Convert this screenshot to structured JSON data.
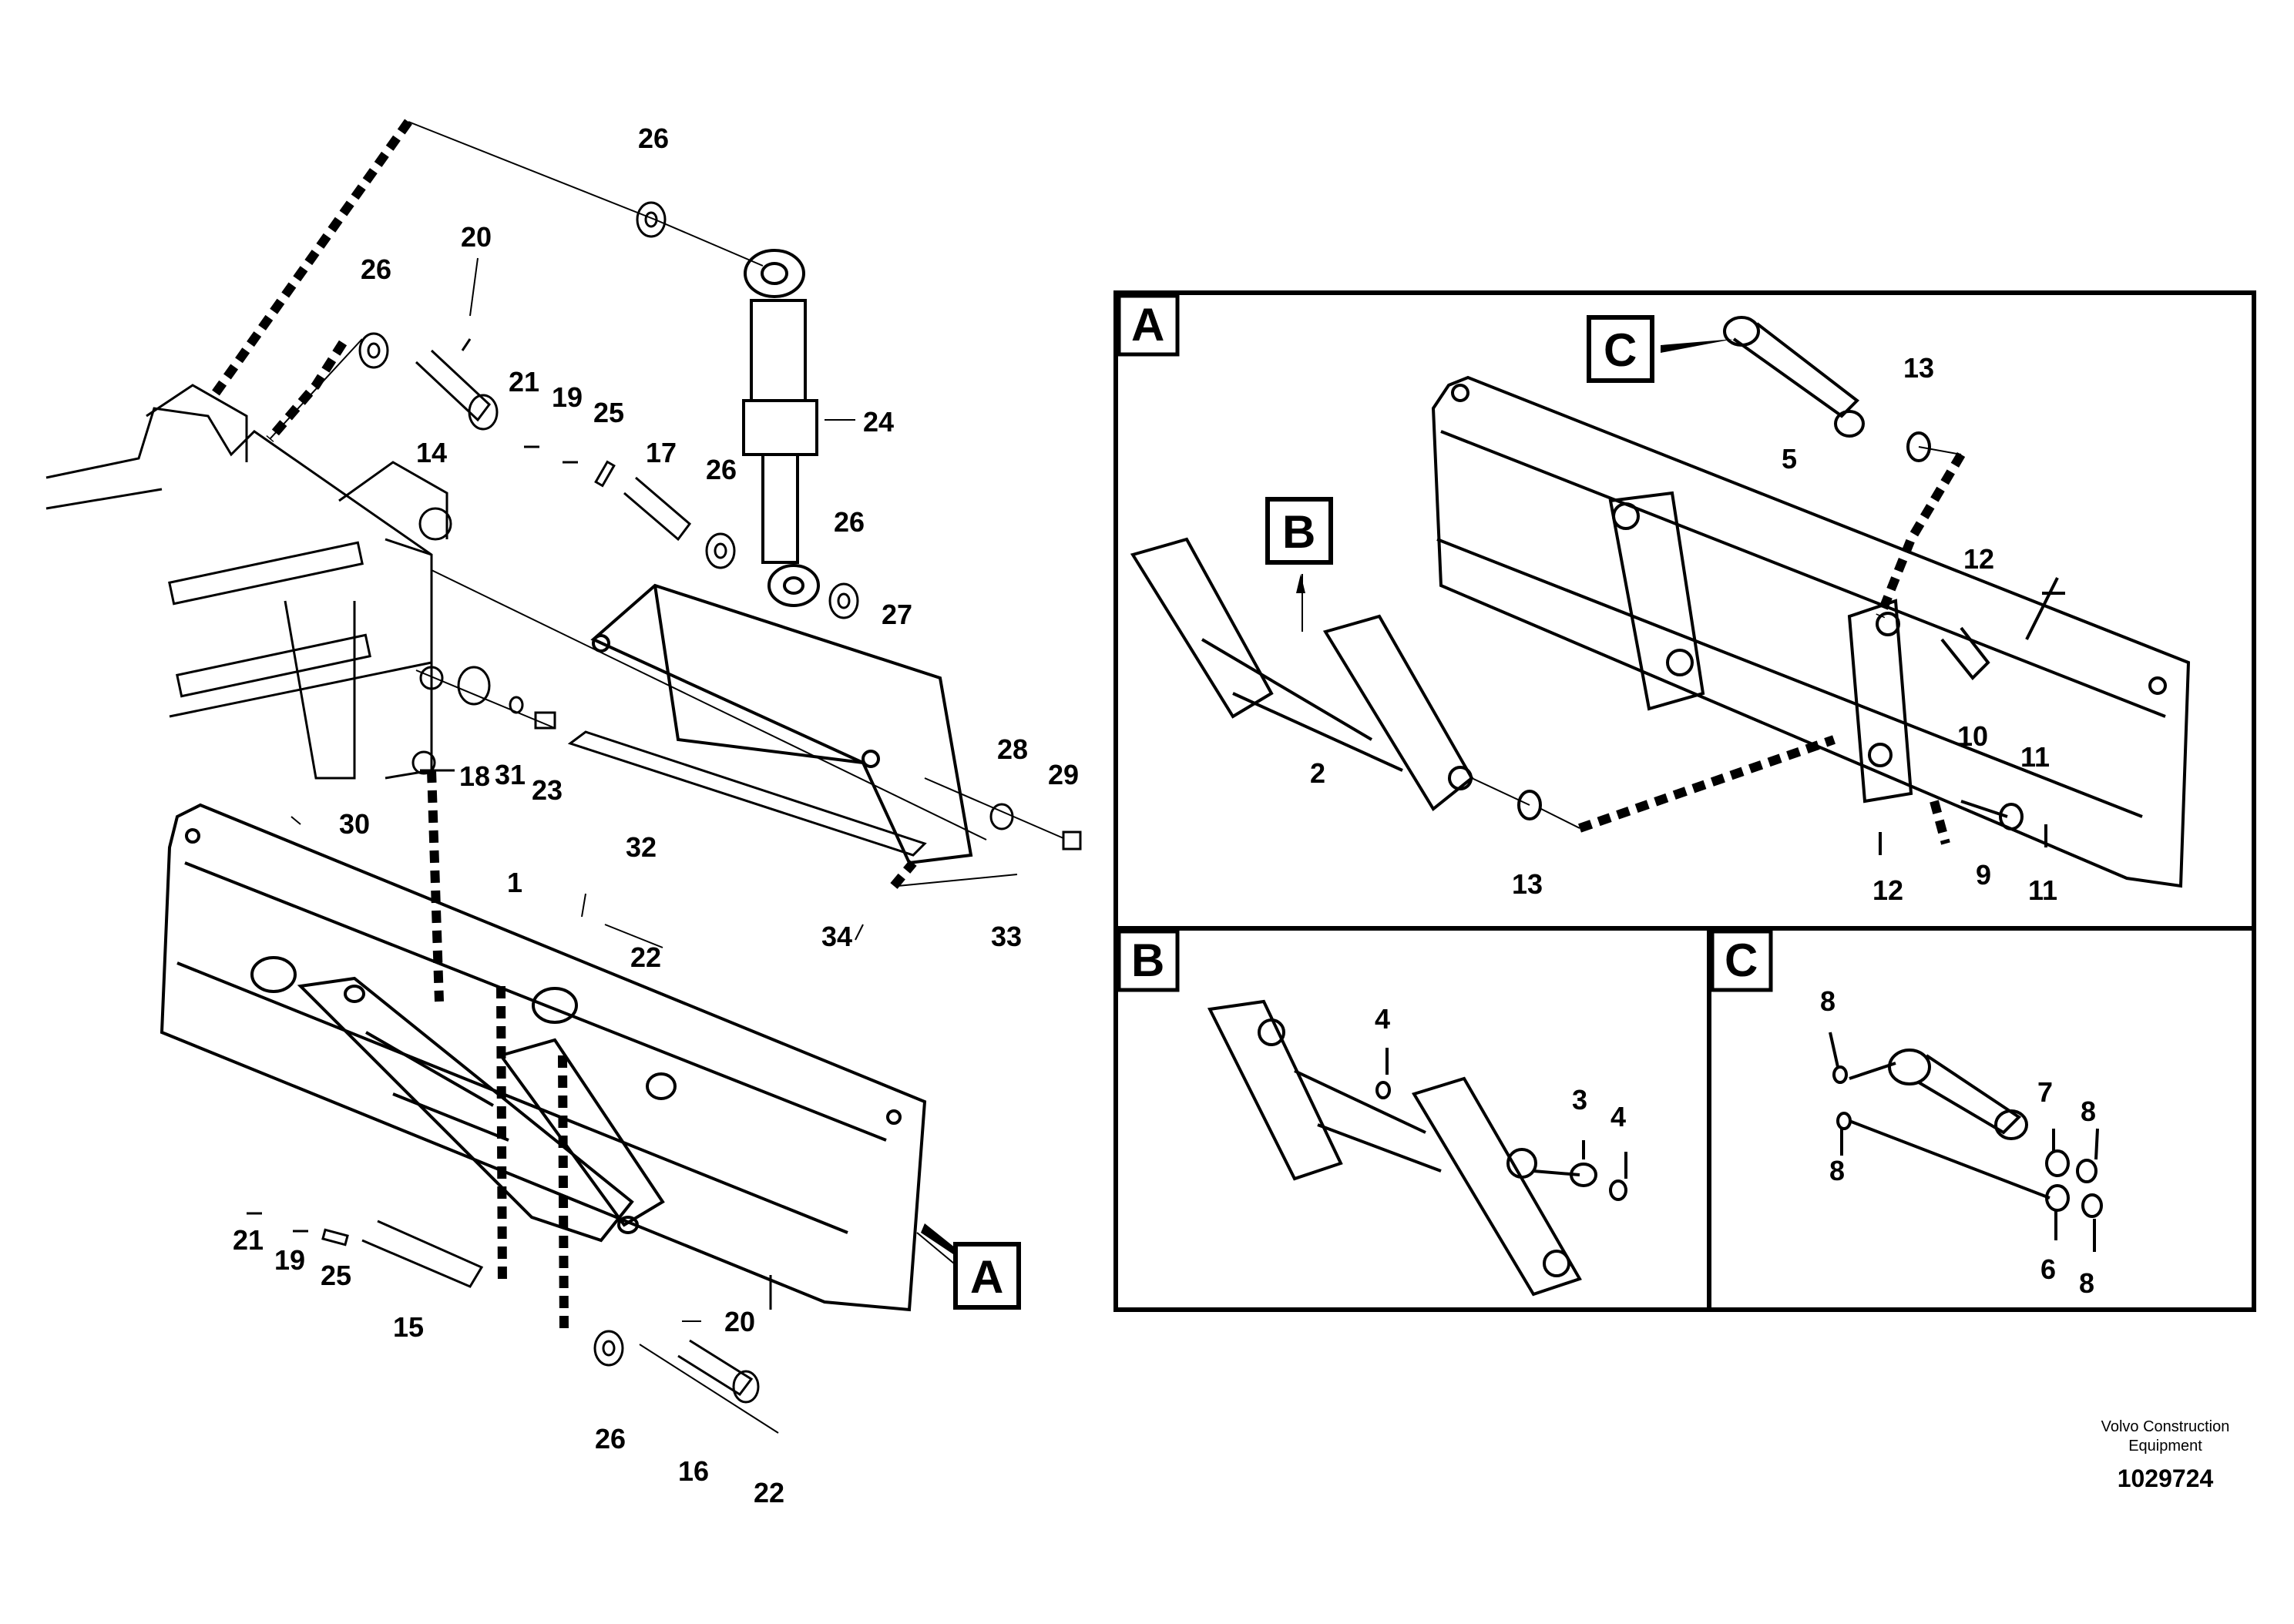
{
  "inset_labels": {
    "A": "A",
    "B": "B",
    "C": "C"
  },
  "callouts": {
    "main": {
      "c26a": "26",
      "c20a": "20",
      "c26b": "26",
      "c21a": "21",
      "c19a": "19",
      "c25a": "25",
      "c14": "14",
      "c24": "24",
      "c17": "17",
      "c26c": "26",
      "c26d": "26",
      "c27": "27",
      "c18": "18",
      "c31": "31",
      "c23": "23",
      "c28": "28",
      "c29": "29",
      "c30": "30",
      "c32": "32",
      "c1": "1",
      "c34": "34",
      "c33": "33",
      "c22a": "22",
      "c21b": "21",
      "c19b": "19",
      "c25b": "25",
      "c15": "15",
      "c20b": "20",
      "c26e": "26",
      "c16": "16",
      "c22b": "22"
    },
    "insetA": {
      "c13a": "13",
      "c5": "5",
      "c12a": "12",
      "c2": "2",
      "c10": "10",
      "c11a": "11",
      "c13b": "13",
      "c12b": "12",
      "c9": "9",
      "c11b": "11"
    },
    "insetB": {
      "c4a": "4",
      "c3": "3",
      "c4b": "4"
    },
    "insetC": {
      "c8a": "8",
      "c7": "7",
      "c8b": "8",
      "c8c": "8",
      "c6": "6",
      "c8d": "8"
    }
  },
  "footer": {
    "company_line1": "Volvo Construction",
    "company_line2": "Equipment",
    "document_number": "1029724"
  }
}
